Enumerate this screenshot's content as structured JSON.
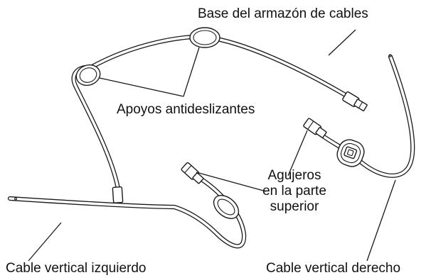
{
  "labels": {
    "base": "Base del armazón de cables",
    "pads": "Apoyos antideslizantes",
    "holes_line1": "Agujeros",
    "holes_line2": "en la parte",
    "holes_line3": "superior",
    "left_vertical": "Cable vertical izquierdo",
    "right_vertical": "Cable vertical derecho"
  },
  "colors": {
    "line": "#1a1a1a",
    "fill": "#ffffff",
    "text": "#111111"
  }
}
